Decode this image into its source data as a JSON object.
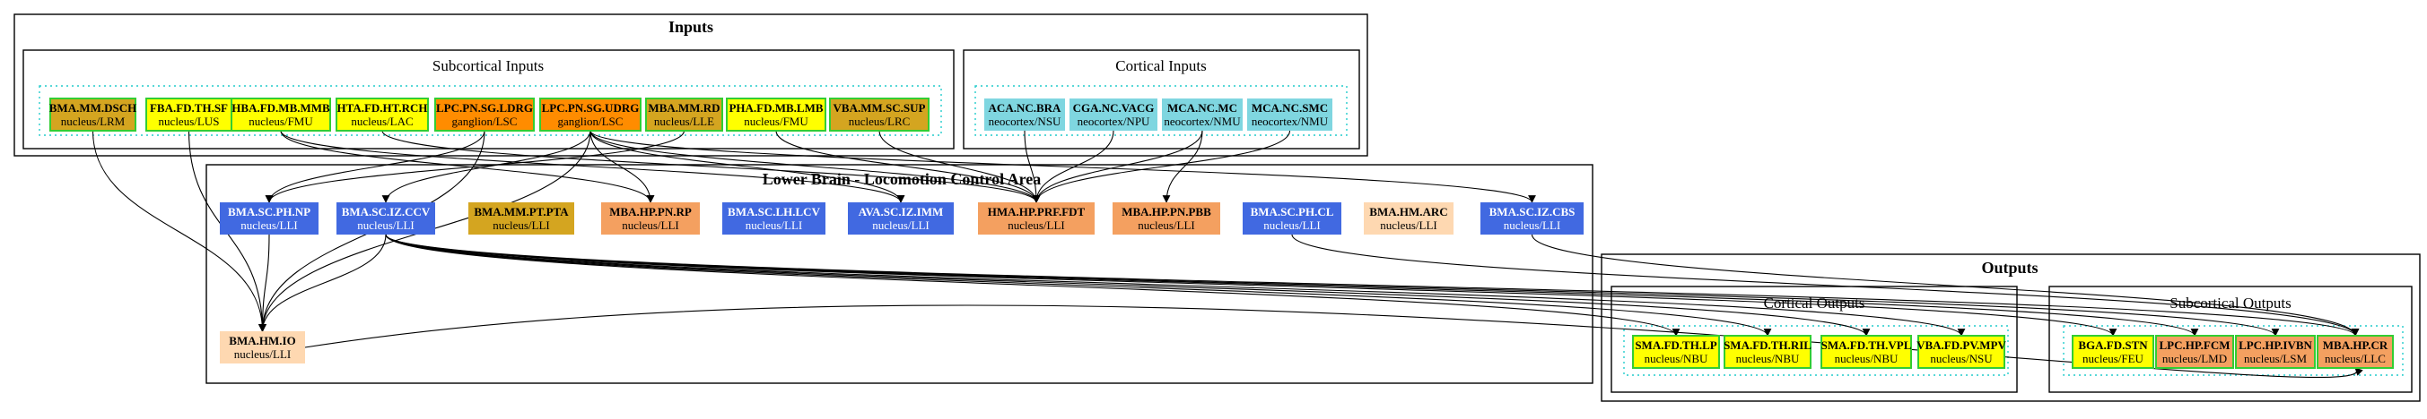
{
  "clusters": {
    "inputs": "Inputs",
    "subcortical_inputs": "Subcortical Inputs",
    "cortical_inputs": "Cortical Inputs",
    "lower_brain": "Lower Brain - Locomotion Control Area",
    "outputs": "Outputs",
    "cortical_outputs": "Cortical Outputs",
    "subcortical_outputs": "Subcortical Outputs"
  },
  "colors": {
    "goldenrod": "#d4a520",
    "yellow": "#ffff00",
    "orange": "#ff8c00",
    "cyan": "#7fd6e0",
    "blue": "#4169e1",
    "sandy": "#f4a060",
    "peach": "#fed8b1",
    "lightgreen": "#7ced2a",
    "dotted_border": "#22cccc"
  },
  "nodes": [
    {
      "id": "bma-mm-dsch",
      "line1": "BMA.MM.DSCH",
      "line2": "nucleus/LRM",
      "color": "goldenrod"
    },
    {
      "id": "fba-fd-th-sf",
      "line1": "FBA.FD.TH.SF",
      "line2": "nucleus/LUS",
      "color": "yellow"
    },
    {
      "id": "hba-fd-mb-mmb",
      "line1": "HBA.FD.MB.MMB",
      "line2": "nucleus/FMU",
      "color": "yellow"
    },
    {
      "id": "hta-fd-ht-rch",
      "line1": "HTA.FD.HT.RCH",
      "line2": "nucleus/LAC",
      "color": "yellow"
    },
    {
      "id": "lpc-pn-sg-ldrg",
      "line1": "LPC.PN.SG.LDRG",
      "line2": "ganglion/LSC",
      "color": "orange"
    },
    {
      "id": "lpc-pn-sg-udrg",
      "line1": "LPC.PN.SG.UDRG",
      "line2": "ganglion/LSC",
      "color": "orange"
    },
    {
      "id": "mba-mm-rd",
      "line1": "MBA.MM.RD",
      "line2": "nucleus/LLE",
      "color": "goldenrod"
    },
    {
      "id": "pha-fd-mb-lmb",
      "line1": "PHA.FD.MB.LMB",
      "line2": "nucleus/FMU",
      "color": "yellow"
    },
    {
      "id": "vba-mm-sc-sup",
      "line1": "VBA.MM.SC.SUP",
      "line2": "nucleus/LRC",
      "color": "goldenrod"
    },
    {
      "id": "aca-nc-bra",
      "line1": "ACA.NC.BRA",
      "line2": "neocortex/NSU",
      "color": "cyan"
    },
    {
      "id": "cga-nc-vacg",
      "line1": "CGA.NC.VACG",
      "line2": "neocortex/NPU",
      "color": "cyan"
    },
    {
      "id": "mca-nc-mc",
      "line1": "MCA.NC.MC",
      "line2": "neocortex/NMU",
      "color": "cyan"
    },
    {
      "id": "mca-nc-smc",
      "line1": "MCA.NC.SMC",
      "line2": "neocortex/NMU",
      "color": "cyan"
    },
    {
      "id": "bma-sc-ph-np",
      "line1": "BMA.SC.PH.NP",
      "line2": "nucleus/LLI",
      "color": "blue"
    },
    {
      "id": "bma-sc-iz-ccv",
      "line1": "BMA.SC.IZ.CCV",
      "line2": "nucleus/LLI",
      "color": "blue"
    },
    {
      "id": "bma-mm-pt-pta",
      "line1": "BMA.MM.PT.PTA",
      "line2": "nucleus/LLI",
      "color": "goldenrod"
    },
    {
      "id": "mba-hp-pn-rp",
      "line1": "MBA.HP.PN.RP",
      "line2": "nucleus/LLI",
      "color": "sandy"
    },
    {
      "id": "bma-sc-lh-lcv",
      "line1": "BMA.SC.LH.LCV",
      "line2": "nucleus/LLI",
      "color": "blue"
    },
    {
      "id": "ava-sc-iz-imm",
      "line1": "AVA.SC.IZ.IMM",
      "line2": "nucleus/LLI",
      "color": "blue"
    },
    {
      "id": "hma-hp-prf-fdt",
      "line1": "HMA.HP.PRF.FDT",
      "line2": "nucleus/LLI",
      "color": "sandy"
    },
    {
      "id": "mba-hp-pn-pbb",
      "line1": "MBA.HP.PN.PBB",
      "line2": "nucleus/LLI",
      "color": "sandy"
    },
    {
      "id": "bma-sc-ph-cl",
      "line1": "BMA.SC.PH.CL",
      "line2": "nucleus/LLI",
      "color": "blue"
    },
    {
      "id": "bma-hm-arc",
      "line1": "BMA.HM.ARC",
      "line2": "nucleus/LLI",
      "color": "peach"
    },
    {
      "id": "bma-sc-iz-cbs",
      "line1": "BMA.SC.IZ.CBS",
      "line2": "nucleus/LLI",
      "color": "blue"
    },
    {
      "id": "bma-hm-io",
      "line1": "BMA.HM.IO",
      "line2": "nucleus/LLI",
      "color": "peach"
    },
    {
      "id": "sma-fd-th-lp",
      "line1": "SMA.FD.TH.LP",
      "line2": "nucleus/NBU",
      "color": "yellow"
    },
    {
      "id": "sma-fd-th-ril",
      "line1": "SMA.FD.TH.RIL",
      "line2": "nucleus/NBU",
      "color": "yellow"
    },
    {
      "id": "sma-fd-th-vpl",
      "line1": "SMA.FD.TH.VPL",
      "line2": "nucleus/NBU",
      "color": "yellow"
    },
    {
      "id": "vba-fd-pv-mpv",
      "line1": "VBA.FD.PV.MPV",
      "line2": "nucleus/NSU",
      "color": "yellow"
    },
    {
      "id": "bga-fd-stn",
      "line1": "BGA.FD.STN",
      "line2": "nucleus/FEU",
      "color": "yellow"
    },
    {
      "id": "lpc-hp-fcm",
      "line1": "LPC.HP.FCM",
      "line2": "nucleus/LMD",
      "color": "sandy"
    },
    {
      "id": "lpc-hp-ivbn",
      "line1": "LPC.HP.IVBN",
      "line2": "nucleus/LSM",
      "color": "sandy"
    },
    {
      "id": "mba-hp-cr",
      "line1": "MBA.HP.CR",
      "line2": "nucleus/LLC",
      "color": "sandy"
    }
  ],
  "edges": [
    [
      "bma-mm-dsch",
      "bma-hm-io"
    ],
    [
      "fba-fd-th-sf",
      "bma-hm-io"
    ],
    [
      "hba-fd-mb-mmb",
      "mba-hp-pn-rp"
    ],
    [
      "hba-fd-mb-mmb",
      "ava-sc-iz-imm"
    ],
    [
      "hta-fd-ht-rch",
      "hma-hp-prf-fdt"
    ],
    [
      "lpc-pn-sg-ldrg",
      "bma-sc-ph-np"
    ],
    [
      "lpc-pn-sg-ldrg",
      "bma-hm-io"
    ],
    [
      "lpc-pn-sg-udrg",
      "bma-sc-iz-ccv"
    ],
    [
      "lpc-pn-sg-udrg",
      "bma-hm-io"
    ],
    [
      "lpc-pn-sg-udrg",
      "mba-hp-pn-rp"
    ],
    [
      "lpc-pn-sg-udrg",
      "ava-sc-iz-imm"
    ],
    [
      "lpc-pn-sg-udrg",
      "hma-hp-prf-fdt"
    ],
    [
      "lpc-pn-sg-udrg",
      "bma-sc-iz-cbs"
    ],
    [
      "mba-mm-rd",
      "bma-sc-ph-np"
    ],
    [
      "pha-fd-mb-lmb",
      "hma-hp-prf-fdt"
    ],
    [
      "vba-mm-sc-sup",
      "hma-hp-prf-fdt"
    ],
    [
      "aca-nc-bra",
      "hma-hp-prf-fdt"
    ],
    [
      "cga-nc-vacg",
      "hma-hp-prf-fdt"
    ],
    [
      "mca-nc-mc",
      "hma-hp-prf-fdt"
    ],
    [
      "mca-nc-mc",
      "mba-hp-pn-pbb"
    ],
    [
      "mca-nc-smc",
      "hma-hp-prf-fdt"
    ],
    [
      "bma-sc-ph-np",
      "bma-hm-io"
    ],
    [
      "bma-sc-iz-ccv",
      "bma-hm-io"
    ],
    [
      "bma-sc-iz-ccv",
      "sma-fd-th-lp"
    ],
    [
      "bma-sc-iz-ccv",
      "sma-fd-th-ril"
    ],
    [
      "bma-sc-iz-ccv",
      "sma-fd-th-vpl"
    ],
    [
      "bma-sc-iz-ccv",
      "vba-fd-pv-mpv"
    ],
    [
      "bma-sc-iz-ccv",
      "bga-fd-stn"
    ],
    [
      "bma-sc-iz-ccv",
      "lpc-hp-fcm"
    ],
    [
      "bma-sc-iz-ccv",
      "lpc-hp-ivbn"
    ],
    [
      "bma-sc-iz-ccv",
      "mba-hp-cr"
    ],
    [
      "bma-sc-ph-cl",
      "mba-hp-cr"
    ],
    [
      "bma-sc-iz-cbs",
      "mba-hp-cr"
    ],
    [
      "bma-hm-io",
      "mba-hp-cr"
    ]
  ]
}
